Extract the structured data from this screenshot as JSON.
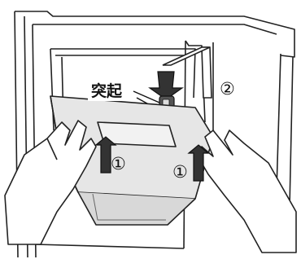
{
  "labels": {
    "protrusion": "突起",
    "step_one_left": "①",
    "step_one_right": "①",
    "step_two": "②"
  }
}
